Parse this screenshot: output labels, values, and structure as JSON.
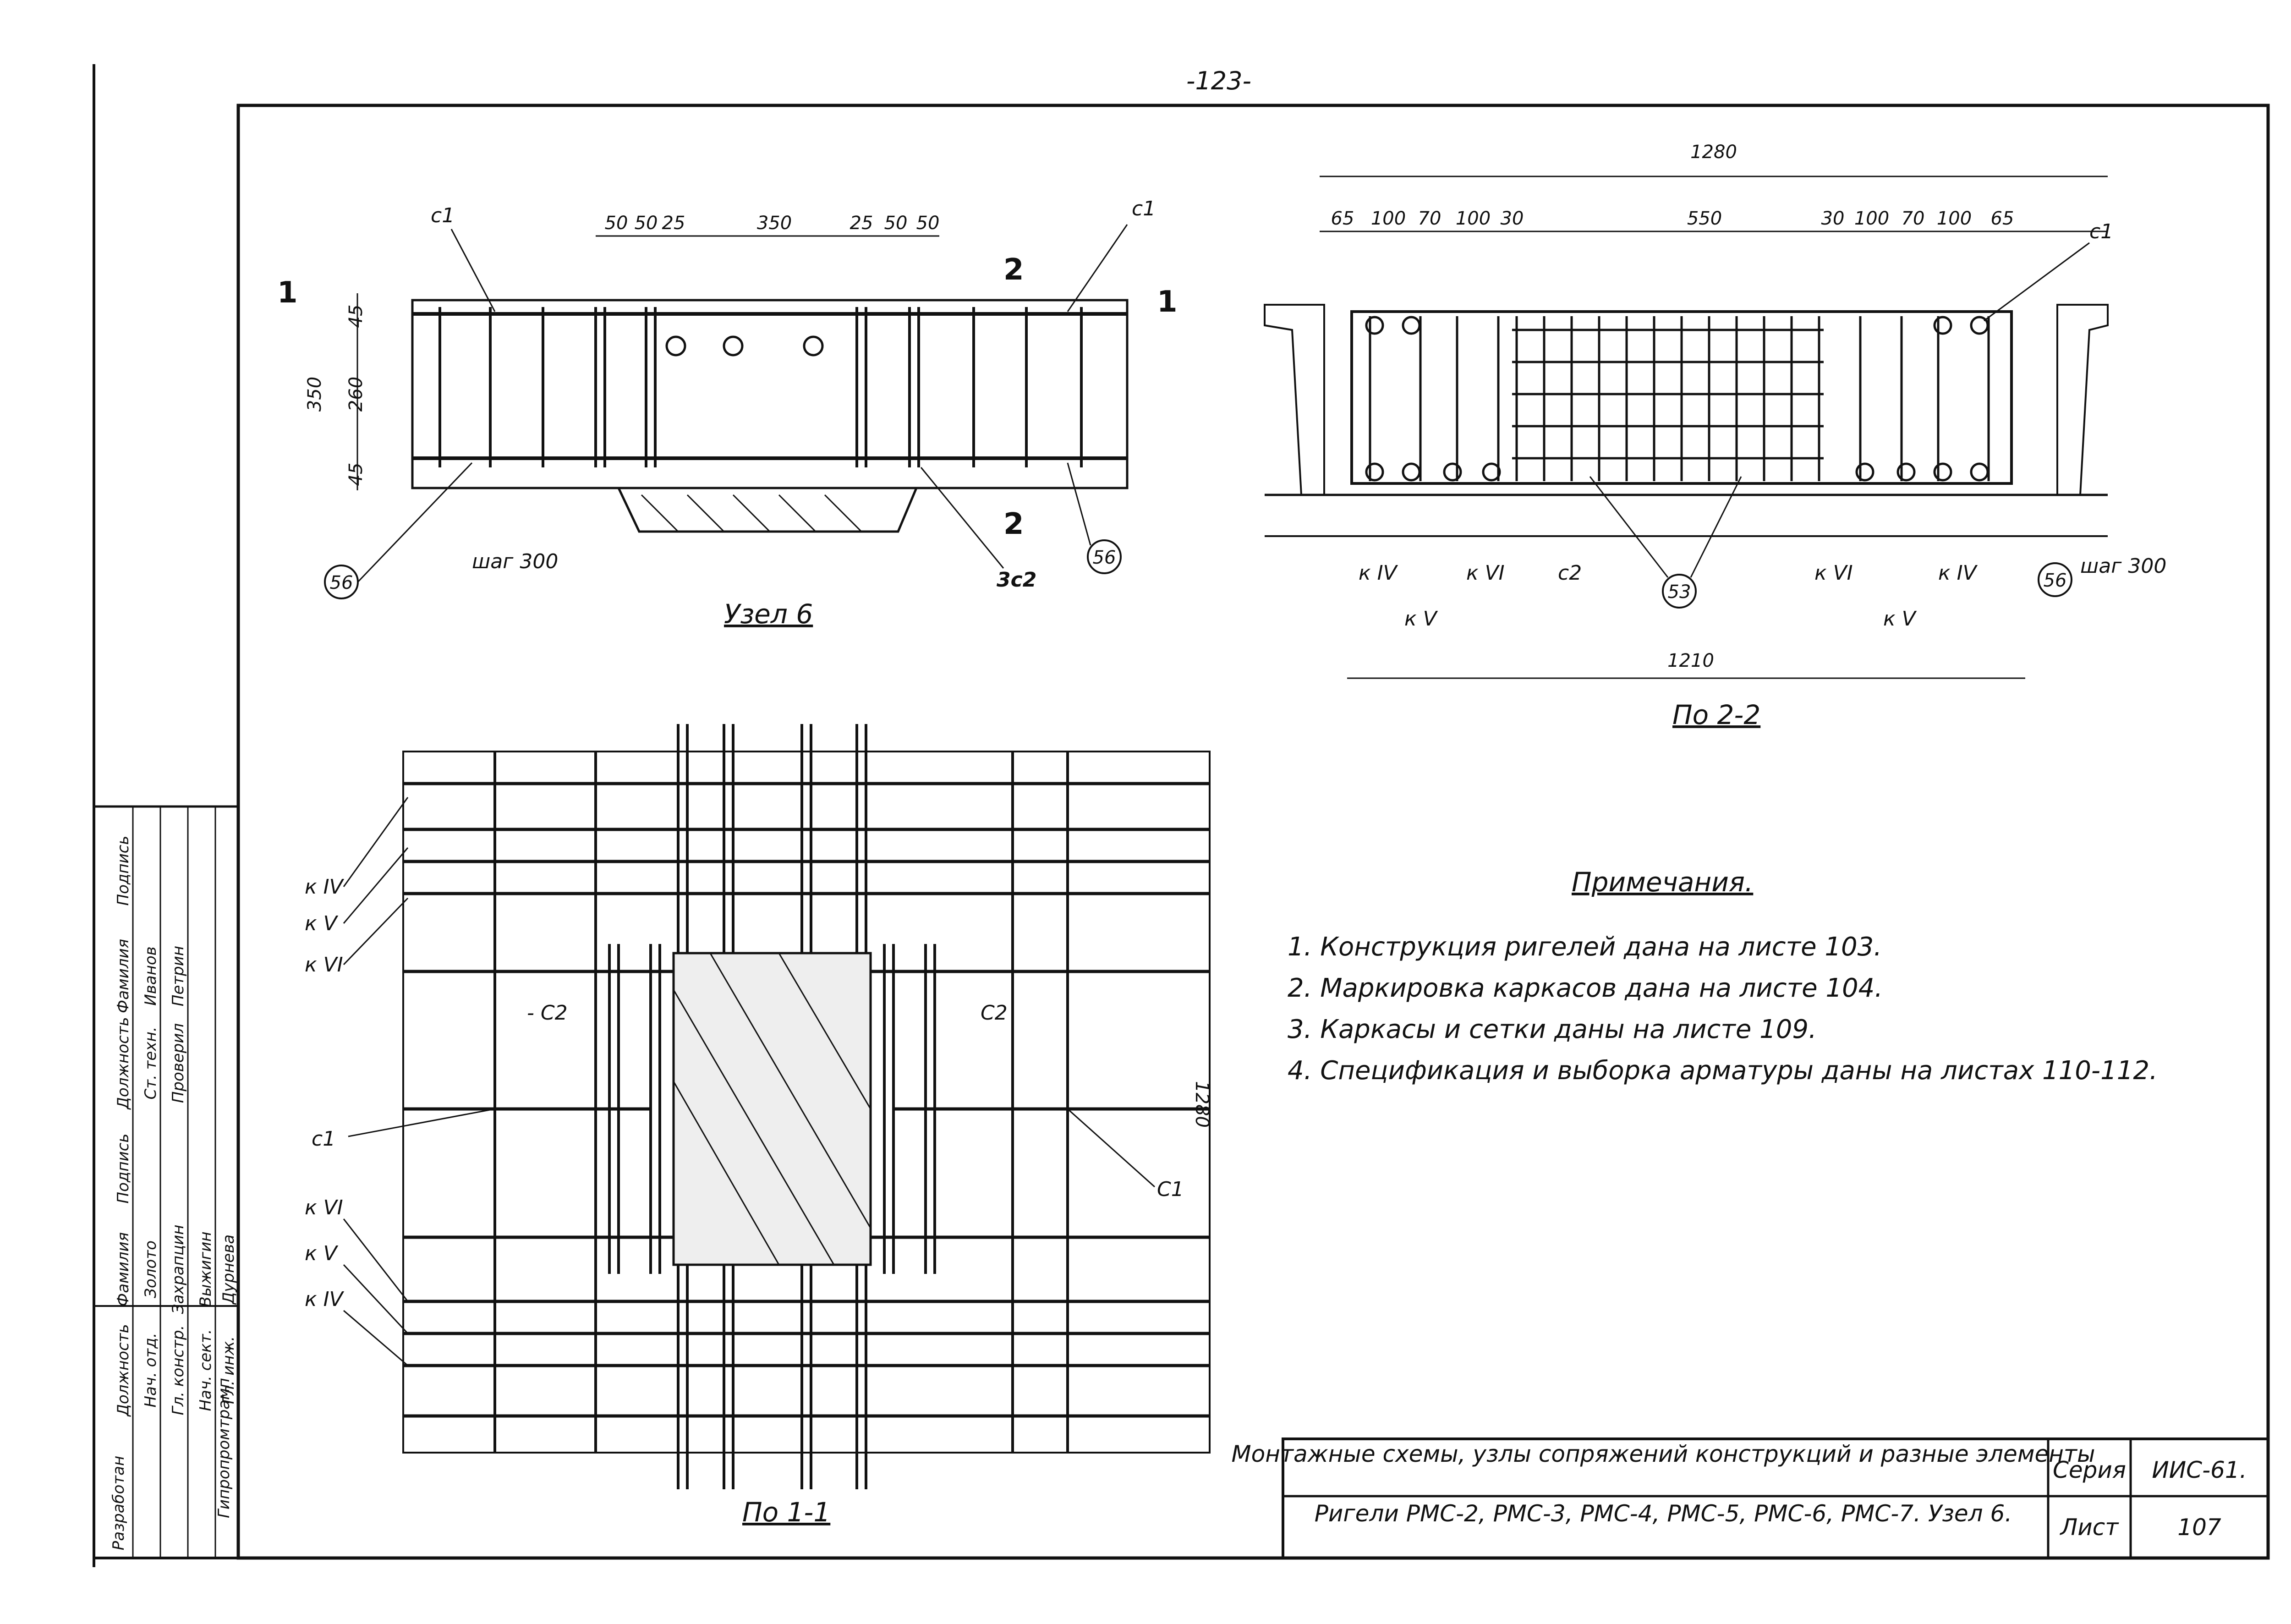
{
  "page_number": "-123-",
  "views": {
    "node6": {
      "title": "Узел 6",
      "dims": [
        "50",
        "50",
        "25",
        "350",
        "25",
        "50",
        "50"
      ],
      "height_total": "350",
      "height_mid": "260",
      "height_top": "45",
      "height_bot": "45",
      "label_c1_left": "c1",
      "label_c1_right": "c1",
      "section_mark": "2",
      "cut_mark": "1",
      "pitch": "шаг 300",
      "marker_56a": "56",
      "marker_56b": "56",
      "label_3c2": "3с2"
    },
    "section22": {
      "title": "По 2-2",
      "dim_total": "1280",
      "dims": [
        "65",
        "100",
        "70",
        "100",
        "30",
        "550",
        "30",
        "100",
        "70",
        "100",
        "65"
      ],
      "dim_bottom": "1210",
      "label_c1": "с1",
      "labels_bottom": [
        "к IV",
        "к VI",
        "с2",
        "к VI",
        "к IV"
      ],
      "labels_bottom2": [
        "к V",
        "к V"
      ],
      "marker_53": "53",
      "marker_56": "56",
      "pitch": "шаг 300"
    },
    "section11": {
      "title": "По 1-1",
      "dim_right": "1280",
      "left_labels_top": [
        "к IV",
        "к V",
        "к VI"
      ],
      "left_labels_bottom": [
        "к VI",
        "к V",
        "к IV"
      ],
      "c2_left": "- С2",
      "c2_right": "С2",
      "c1_left": "с1",
      "c1_right": "С1"
    }
  },
  "notes": {
    "heading": "Примечания.",
    "items": [
      "1. Конструкция ригелей дана на листе 103.",
      "2. Маркировка каркасов дана на листе 104.",
      "3. Каркасы и сетки даны на листе 109.",
      "4. Спецификация и выборка арматуры даны на листах 110-112."
    ]
  },
  "title_block": {
    "title1": "Монтажные схемы, узлы сопряжений конструкций и разные элементы",
    "title2": "Ригели РМС-2, РМС-3, РМС-4, РМС-5, РМС-6, РМС-7. Узел 6.",
    "series_label": "Серия",
    "series_value": "ИИС-61.",
    "sheet_label": "Лист",
    "sheet_value": "107"
  },
  "stamp": {
    "developer": "Разработан",
    "org": "Гипропромтрамп",
    "headers": [
      "Должность",
      "Фамилия",
      "Подпись"
    ],
    "rows1": [
      [
        "Нач. отд.",
        "Золото"
      ],
      [
        "Гл. констр.",
        "Захрапцин"
      ],
      [
        "Нач. сект.",
        "Выжигин"
      ],
      [
        "Гл. инж.",
        "Дурнева"
      ]
    ],
    "rows2": [
      [
        "Ст. техн.",
        "Иванов"
      ],
      [
        "Проверил",
        "Петрин"
      ]
    ]
  }
}
